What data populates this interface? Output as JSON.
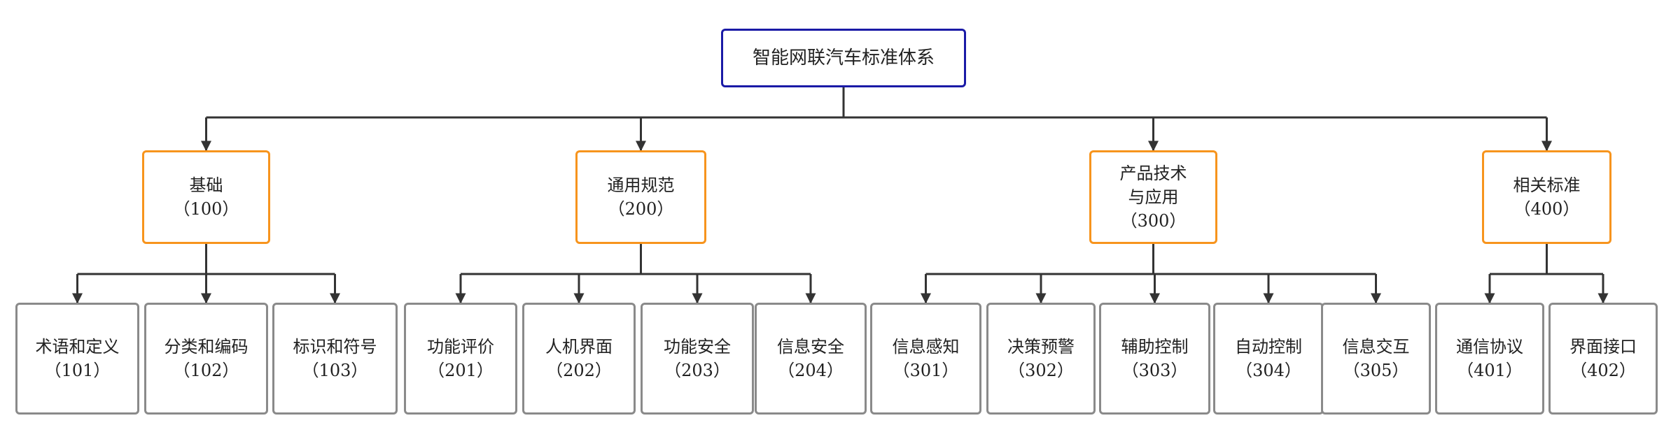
{
  "root": {
    "label": "智能网联汽车标准体系"
  },
  "categories": [
    {
      "label": "基础",
      "code": "（100）",
      "children": [
        {
          "label": "术语和定义",
          "code": "（101）"
        },
        {
          "label": "分类和编码",
          "code": "（102）"
        },
        {
          "label": "标识和符号",
          "code": "（103）"
        }
      ]
    },
    {
      "label": "通用规范",
      "code": "（200）",
      "children": [
        {
          "label": "功能评价",
          "code": "（201）"
        },
        {
          "label": "人机界面",
          "code": "（202）"
        },
        {
          "label": "功能安全",
          "code": "（203）"
        },
        {
          "label": "信息安全",
          "code": "（204）"
        }
      ]
    },
    {
      "label": "产品技术\n与应用",
      "code": "（300）",
      "children": [
        {
          "label": "信息感知",
          "code": "（301）"
        },
        {
          "label": "决策预警",
          "code": "（302）"
        },
        {
          "label": "辅助控制",
          "code": "（303）"
        },
        {
          "label": "自动控制",
          "code": "（304）"
        },
        {
          "label": "信息交互",
          "code": "（305）"
        }
      ]
    },
    {
      "label": "相关标准",
      "code": "（400）",
      "children": [
        {
          "label": "通信协议",
          "code": "（401）"
        },
        {
          "label": "界面接口",
          "code": "（402）"
        }
      ]
    }
  ],
  "colors": {
    "root_border": "#1a1aa6",
    "category_border": "#f7941d",
    "leaf_border": "#8a8a8a",
    "connector": "#333333"
  }
}
